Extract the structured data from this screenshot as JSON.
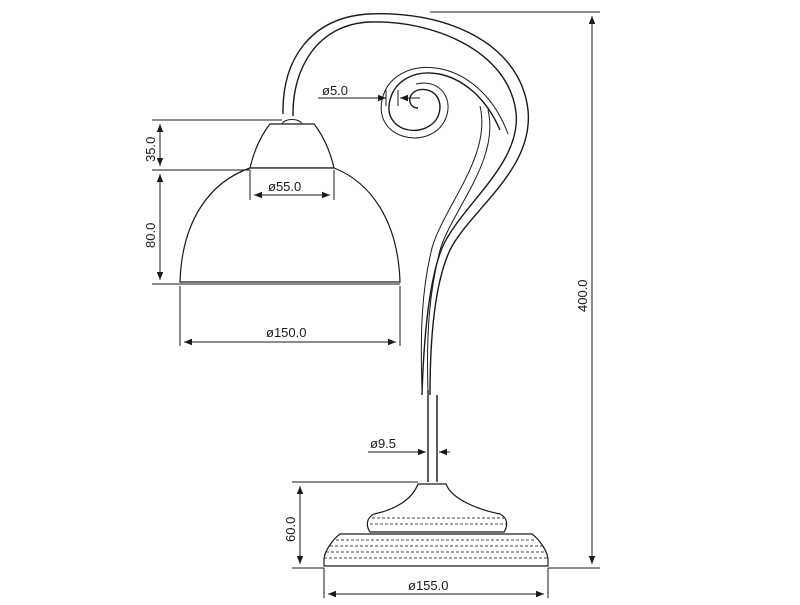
{
  "dimensions": {
    "shade_cap_height": "35.0",
    "shade_height": "80.0",
    "shade_cap_diameter": "ø55.0",
    "shade_diameter": "ø150.0",
    "scroll_wire_diameter": "ø5.0",
    "total_height": "400.0",
    "stem_diameter": "ø9.5",
    "base_height": "60.0",
    "base_diameter": "ø155.0"
  }
}
